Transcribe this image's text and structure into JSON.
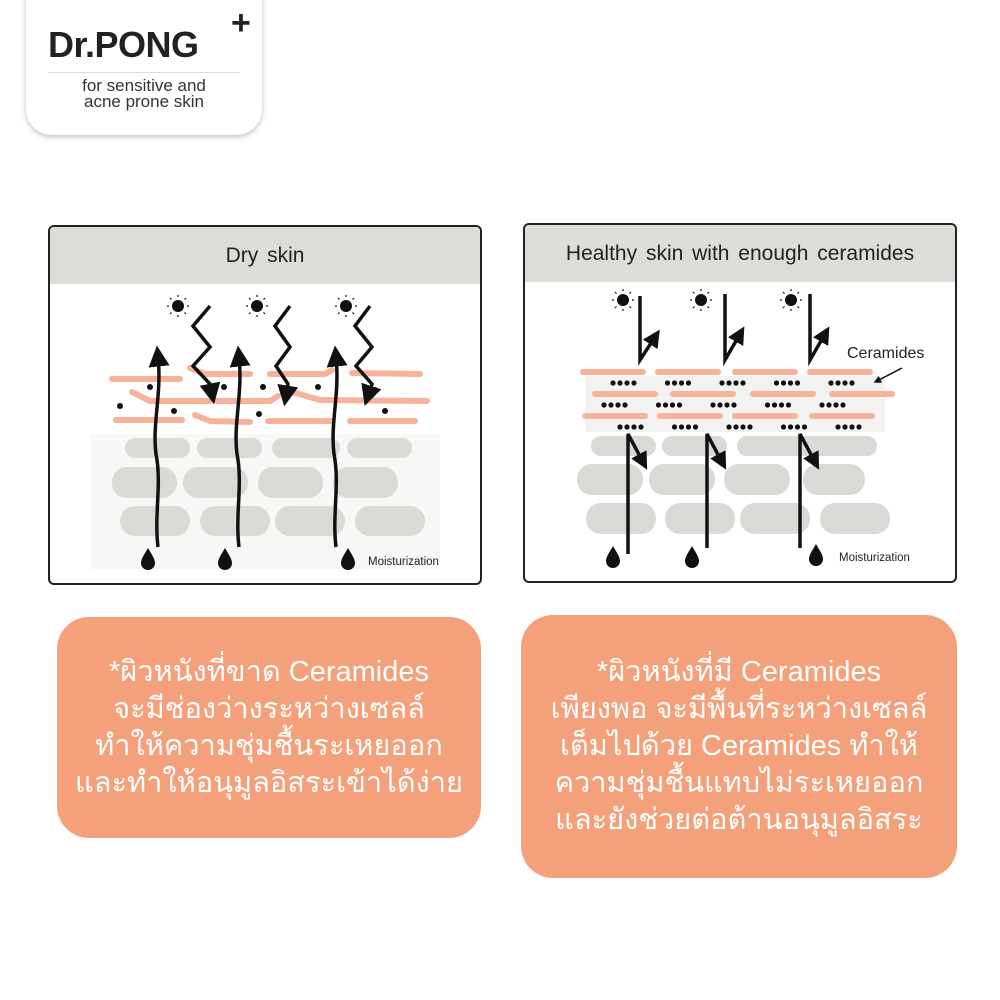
{
  "logo": {
    "brand": "Dr.PONG",
    "plus": "+",
    "tagline_1": "for sensitive and",
    "tagline_2": "acne prone skin"
  },
  "dry_panel": {
    "title": "Dry skin",
    "label_moisture": "Moisturization"
  },
  "healthy_panel": {
    "title": "Healthy skin with enough ceramides",
    "label_ceramides": "Ceramides",
    "label_moisture": "Moisturization"
  },
  "dry_note": {
    "lines": [
      "*ผิวหนังที่ขาด Ceramides",
      "จะมีช่องว่างระหว่างเซลล์",
      "ทำให้ความชุ่มชื้นระเหยออก",
      "และทำให้อนุมูลอิสระเข้าได้ง่าย"
    ]
  },
  "healthy_note": {
    "lines": [
      "*ผิวหนังที่มี Ceramides",
      "เพียงพอ จะมีพื้นที่ระหว่างเซลล์",
      "เต็มไปด้วย Ceramides ทำให้",
      "ความชุ่มชื้นแทบไม่ระเหยออก",
      "และยังช่วยต่อต้านอนุมูลอิสระ"
    ]
  },
  "colors": {
    "lipid": "#f6b39a",
    "cell": "#d9d9d6",
    "note_bg": "#f4a07a",
    "header_bg": "#dcdcd8"
  }
}
